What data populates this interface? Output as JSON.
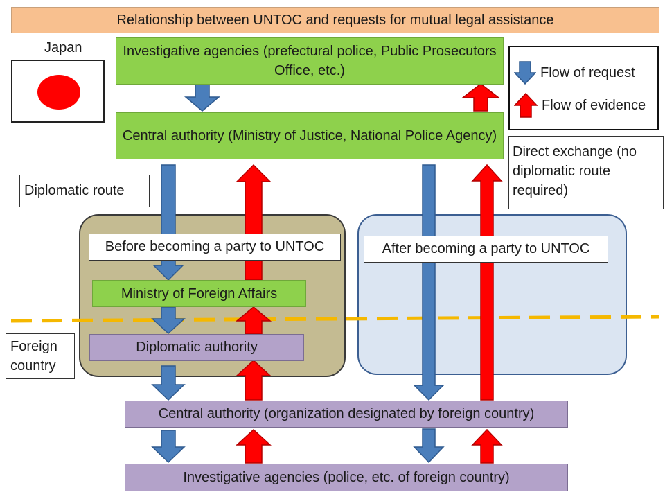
{
  "title": "Relationship between UNTOC and requests for mutual legal assistance",
  "japan_label": "Japan",
  "foreign_label": "Foreign country",
  "boxes": {
    "jp_investigative": "Investigative agencies (prefectural police, Public Prosecutors Office, etc.)",
    "jp_central": "Central authority (Ministry of Justice, National Police Agency)",
    "mofa": "Ministry of Foreign Affairs",
    "diplomatic_authority": "Diplomatic authority",
    "foreign_central": "Central authority (organization designated by foreign country)",
    "foreign_investigative": "Investigative agencies (police, etc. of foreign country)"
  },
  "routes": {
    "diplomatic": "Diplomatic route",
    "direct": "Direct exchange (no diplomatic route required)"
  },
  "regions": {
    "before": "Before becoming a party to UNTOC",
    "after": "After becoming a party to UNTOC"
  },
  "legend": {
    "request": "Flow of request",
    "evidence": "Flow of evidence"
  },
  "colors": {
    "request_arrow": "#4a7ebb",
    "evidence_arrow": "#ff0000",
    "green_box": "#8ed14c",
    "purple_box": "#b3a2c9",
    "title_bar": "#f8c08f",
    "border_line": "#f5b800"
  }
}
